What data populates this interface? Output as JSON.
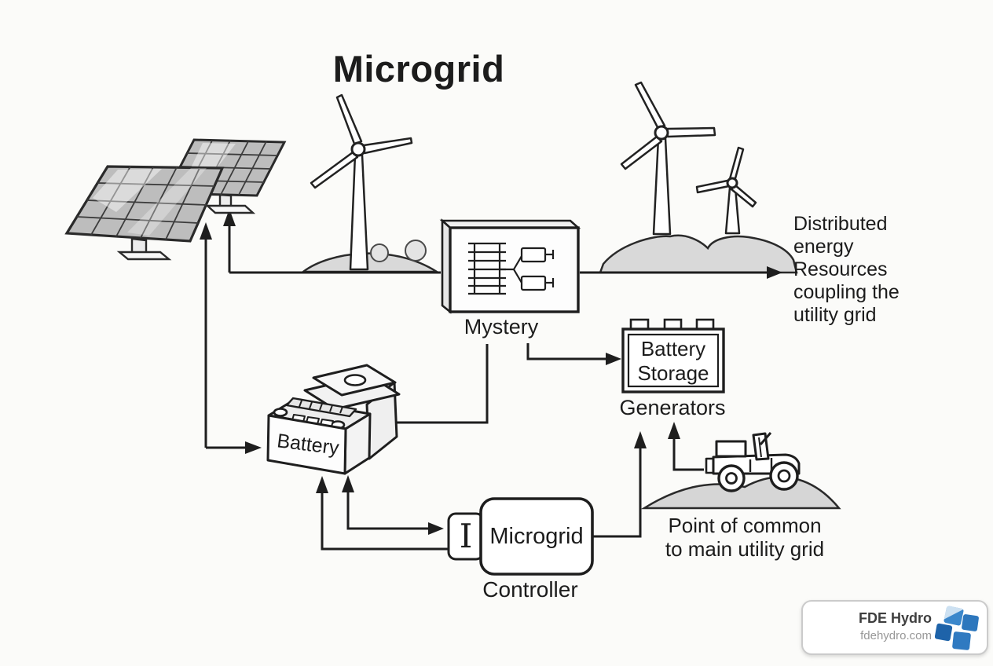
{
  "title": "Microgrid",
  "nodes": {
    "solar": {
      "icon": "solar-panels-icon"
    },
    "wind_left": {
      "icon": "wind-turbine-icon"
    },
    "wind_right": {
      "icon": "wind-turbines-icon"
    },
    "mystery": {
      "label": "Mystery",
      "icon": "inverter-circuit-icon"
    },
    "battery_storage": {
      "line1": "Battery",
      "line2": "Storage",
      "caption": "Generators",
      "icon": "battery-storage-box-icon"
    },
    "battery": {
      "label": "Battery",
      "icon": "battery-3d-icon"
    },
    "controller": {
      "port_glyph": "I",
      "box_label": "Microgrid",
      "caption": "Controller"
    },
    "pcc": {
      "line1": "Point of common",
      "line2": "to main utility grid",
      "icon": "jeep-icon"
    },
    "distributed": {
      "line1": "Distributed",
      "line2": "energy",
      "line3": "Resources",
      "line4": "coupling the",
      "line5": "utility grid"
    }
  },
  "logo": {
    "company": "FDE Hydro",
    "website": "fdehydro.com",
    "icon": "blue-squares-logo"
  },
  "colors": {
    "line": "#1e1e1e",
    "hill_fill": "#d8d8d8",
    "panel_fill": "#bdbdbd",
    "logo_blue_top": "#3b87cb",
    "logo_blue_right": "#2d77bd",
    "logo_blue_left": "#1e63a9",
    "logo_blue_bottom": "#2f7ac1"
  }
}
